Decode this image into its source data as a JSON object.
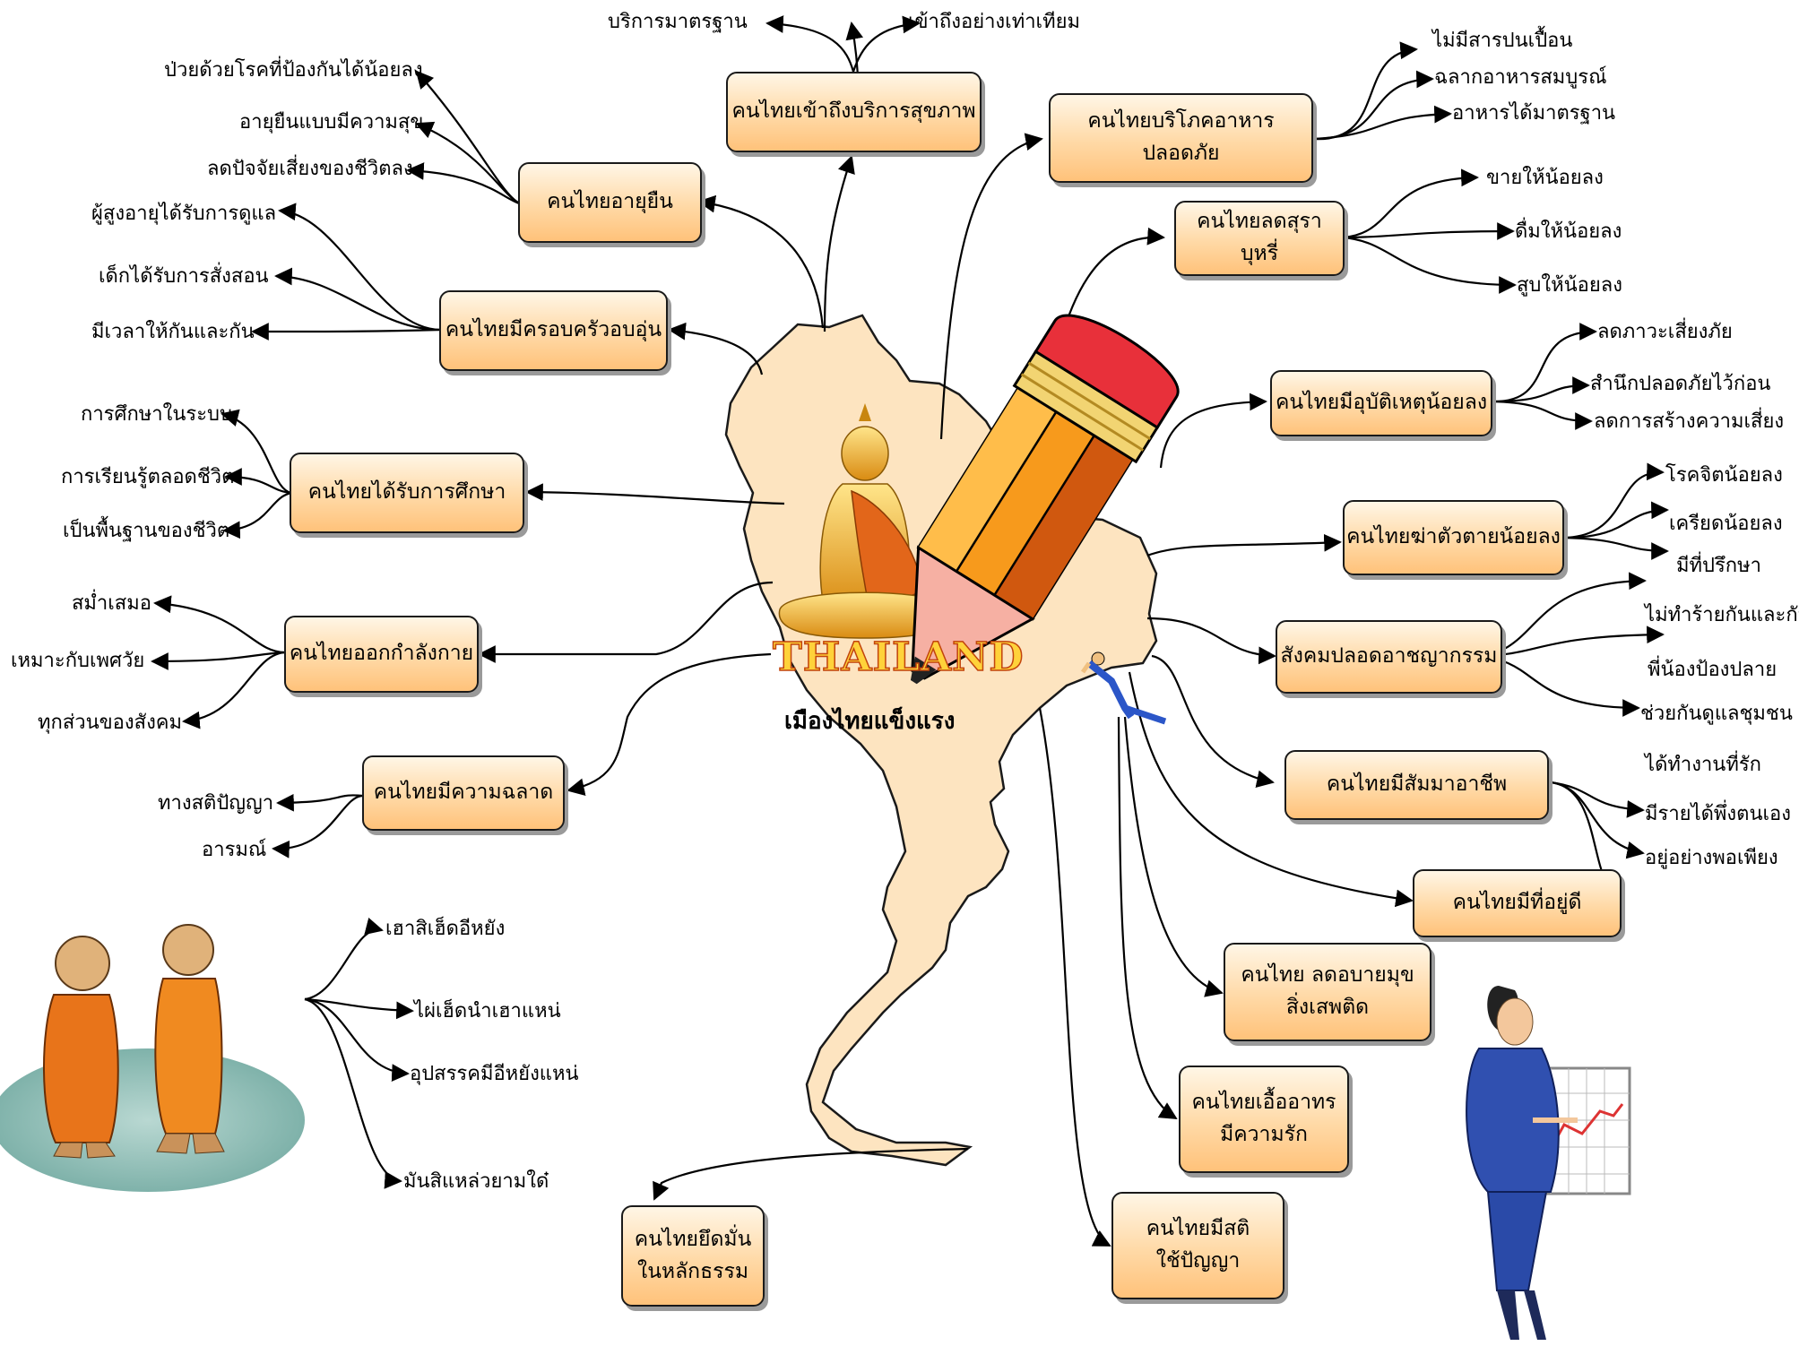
{
  "center": {
    "title": "เมืองไทยแข็งแรง",
    "emblem": "THAILAND"
  },
  "colors": {
    "box_fill": "#ffd9a6",
    "box_border": "#1a1a1a",
    "map_fill": "#fde4c0",
    "emblem_text": "#ffd23a"
  },
  "icons": [
    "buddha-statue",
    "pencil-illustration",
    "pushing-man",
    "two-monks",
    "presenter-woman"
  ],
  "nodes": {
    "health_access": "คนไทยเข้าถึงบริการสุขภาพ",
    "longevity": "คนไทยอายุยืน",
    "family": "คนไทยมีครอบครัวอบอุ่น",
    "education": "คนไทยได้รับการศึกษา",
    "exercise": "คนไทยออกกำลังกาย",
    "smart": "คนไทยมีความฉลาด",
    "dharma_1": "คนไทยยึดมั่น",
    "dharma_2": "ในหลักธรรม",
    "food": "คนไทยบริโภคอาหารปลอดภัย",
    "alcohol": "คนไทยลดสุรา บุหรี่",
    "accident": "คนไทยมีอุบัติเหตุน้อยลง",
    "suicide": "คนไทยฆ่าตัวตายน้อยลง",
    "crime": "สังคมปลอดอาชญากรรม",
    "career": "คนไทยมีสัมมาอาชีพ",
    "housing": "คนไทยมีที่อยู่ดี",
    "vice_1": "คนไทย ลดอบายมุข",
    "vice_2": "สิ่งเสพติด",
    "love_1": "คนไทยเอื้ออาทร",
    "love_2": "มีความรัก",
    "mindful_1": "คนไทยมีสติ",
    "mindful_2": "ใช้ปัญญา"
  },
  "leaves": {
    "health_access": [
      "บริการมาตรฐาน",
      "เข้าถึงอย่างเท่าเทียม"
    ],
    "longevity": [
      "ป่วยด้วยโรคที่ป้องกันได้น้อยลง",
      "อายุยืนแบบมีความสุข",
      "ลดปัจจัยเสี่ยงของชีวิตลง"
    ],
    "family": [
      "ผู้สูงอายุได้รับการดูแล",
      "เด็กได้รับการสั่งสอน",
      "มีเวลาให้กันและกัน"
    ],
    "education": [
      "การศึกษาในระบบ",
      "การเรียนรู้ตลอดชีวิต",
      "เป็นพื้นฐานของชีวิต"
    ],
    "exercise": [
      "สม่ำเสมอ",
      "เหมาะกับเพศวัย",
      "ทุกส่วนของสังคม"
    ],
    "smart": [
      "ทางสติปัญญา",
      "อารมณ์"
    ],
    "monks": [
      "เฮาสิเฮ็ดอีหยัง",
      "ไผ่เฮ็ดนำเฮาแหน่",
      "อุปสรรคมีอีหยังแหน่",
      "มันสิแหล่วยามใด๋"
    ],
    "food": [
      "ไม่มีสารปนเปื้อน",
      "ฉลากอาหารสมบูรณ์",
      "อาหารได้มาตรฐาน"
    ],
    "alcohol": [
      "ขายให้น้อยลง",
      "ดื่มให้น้อยลง",
      "สูบให้น้อยลง"
    ],
    "accident": [
      "ลดภาวะเสี่ยงภัย",
      "สำนึกปลอดภัยไว้ก่อน",
      "ลดการสร้างความเสี่ยง"
    ],
    "suicide": [
      "โรคจิตน้อยลง",
      "เครียดน้อยลง",
      "มีที่ปรึกษา"
    ],
    "crime": [
      "ไม่ทำร้ายกันและกัน",
      "พี่น้องป้องปลาย",
      "ช่วยกันดูแลชุมชน"
    ],
    "career": [
      "ได้ทำงานที่รัก",
      "มีรายได้พึ่งตนเอง",
      "อยู่อย่างพอเพียง"
    ]
  }
}
